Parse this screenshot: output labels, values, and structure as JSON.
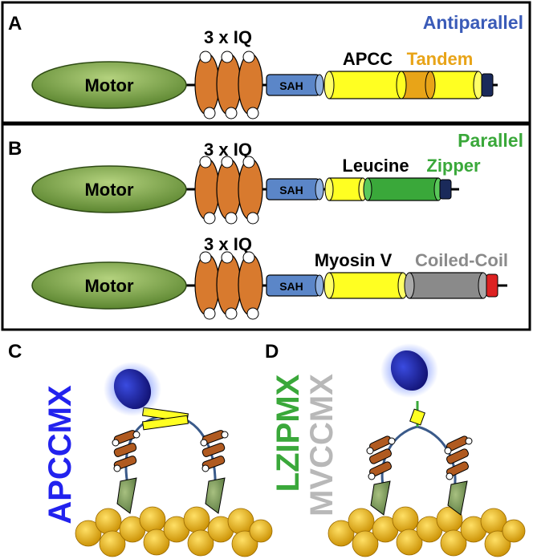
{
  "panel_a": {
    "letter": "A",
    "corner_label": "Antiparallel",
    "motor": "Motor",
    "iq": "3 x IQ",
    "sah": "SAH",
    "cc_name": "APCC",
    "cc_variant": "Tandem"
  },
  "panel_b": {
    "letter": "B",
    "corner_label": "Parallel",
    "row1": {
      "motor": "Motor",
      "iq": "3 x IQ",
      "sah": "SAH",
      "cc_name": "Leucine",
      "cc_variant": "Zipper"
    },
    "row2": {
      "motor": "Motor",
      "iq": "3 x IQ",
      "sah": "SAH",
      "cc_name": "Myosin V",
      "cc_variant": "Coiled-Coil"
    }
  },
  "panel_c": {
    "letter": "C",
    "construct": "APCCMX"
  },
  "panel_d": {
    "letter": "D",
    "construct_1": "LZIPMX",
    "construct_2": "MVCCMX"
  },
  "colors": {
    "antiparallel": "#3a5bb8",
    "tandem": "#e8a418",
    "parallel": "#3aa83a",
    "zipper": "#3aa83a",
    "coiled_coil_gray": "#8a8a8a",
    "apccmx": "#2222ee",
    "lzipmx": "#3aa83a",
    "mvccmx": "#b8b8b8",
    "motor": "#6a9a3a",
    "iq": "#d87a2e",
    "sah": "#5b86c8",
    "coil_yellow": "#ffff22",
    "actin": "#e8b418",
    "cargo": "#1a1aa8"
  }
}
